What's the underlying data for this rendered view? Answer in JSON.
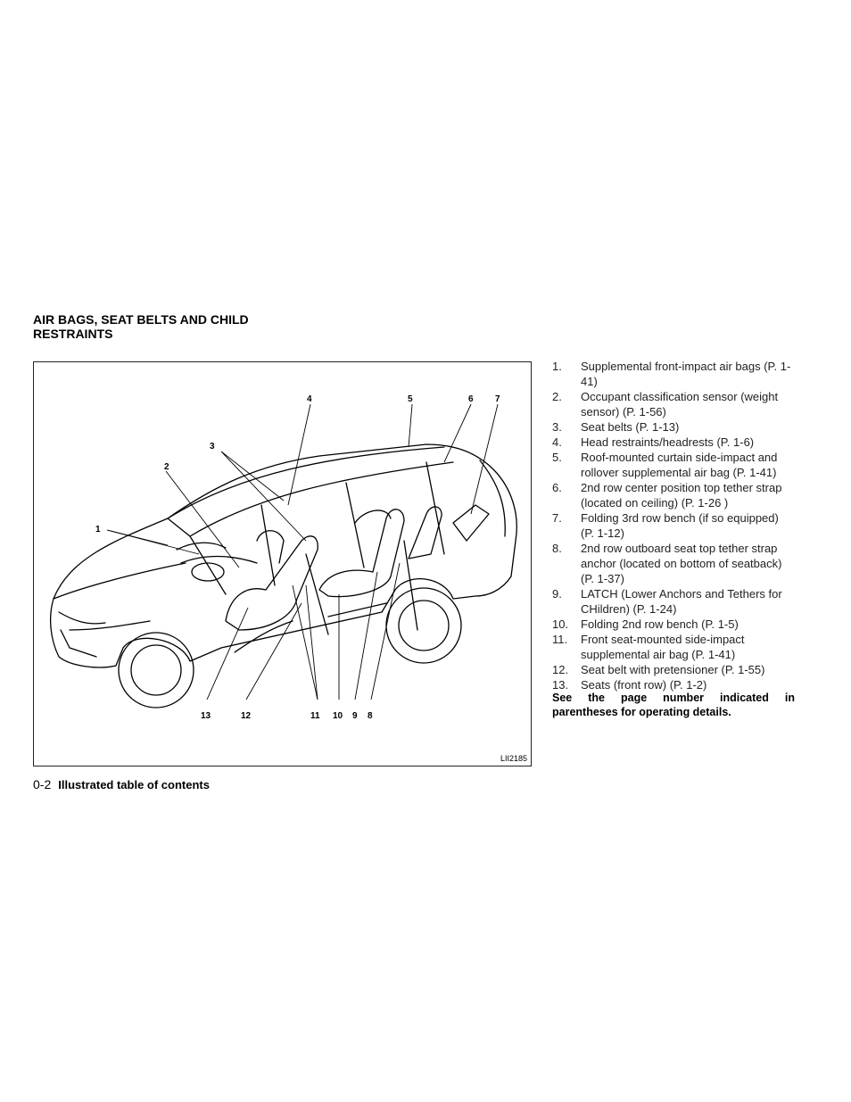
{
  "heading": "AIR BAGS, SEAT BELTS AND CHILD RESTRAINTS",
  "figure": {
    "id_label": "LII2185",
    "callouts": {
      "c1": "1",
      "c2": "2",
      "c3": "3",
      "c4": "4",
      "c5": "5",
      "c6": "6",
      "c7": "7",
      "c8": "8",
      "c9": "9",
      "c10": "10",
      "c11": "11",
      "c12": "12",
      "c13": "13"
    }
  },
  "legend": [
    {
      "num": "1.",
      "text": "Supplemental front-impact air bags (P. 1-41)"
    },
    {
      "num": "2.",
      "text": "Occupant classification sensor (weight sensor) (P. 1-56)"
    },
    {
      "num": "3.",
      "text": "Seat belts (P. 1-13)"
    },
    {
      "num": "4.",
      "text": "Head restraints/headrests (P. 1-6)"
    },
    {
      "num": "5.",
      "text": "Roof-mounted curtain side-impact and rollover supplemental air bag (P. 1-41)"
    },
    {
      "num": "6.",
      "text": "2nd row center position top tether strap (located on ceiling) (P. 1-26 )"
    },
    {
      "num": "7.",
      "text": "Folding 3rd row bench (if so equipped) (P. 1-12)"
    },
    {
      "num": "8.",
      "text": "2nd row outboard seat top tether strap anchor (located on bottom of seatback) (P. 1-37)"
    },
    {
      "num": "9.",
      "text": "LATCH (Lower Anchors and Tethers for CHildren) (P. 1-24)"
    },
    {
      "num": "10.",
      "text": "Folding 2nd row bench (P. 1-5)"
    },
    {
      "num": "11.",
      "text": "Front seat-mounted side-impact supplemental air bag (P. 1-41)"
    },
    {
      "num": "12.",
      "text": "Seat belt with pretensioner (P. 1-55)"
    },
    {
      "num": "13.",
      "text": "Seats (front row) (P. 1-2)"
    }
  ],
  "note": "See the page number indicated in parentheses for operating details.",
  "footer": {
    "page_number": "0-2",
    "title": "Illustrated table of contents"
  }
}
